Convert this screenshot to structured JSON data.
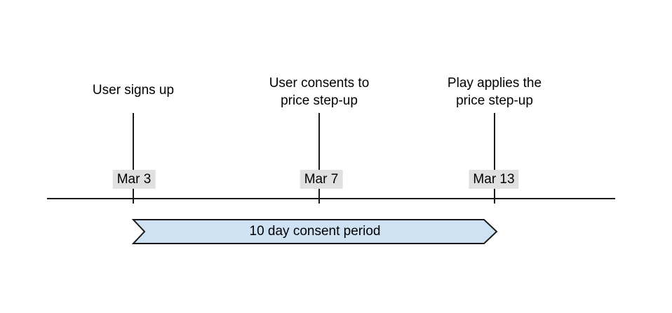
{
  "diagram": {
    "type": "timeline",
    "events": [
      {
        "lines": [
          "User signs up"
        ],
        "date": "Mar 3"
      },
      {
        "lines": [
          "User consents to",
          "price step-up"
        ],
        "date": "Mar 7"
      },
      {
        "lines": [
          "Play applies the",
          "price step-up"
        ],
        "date": "Mar 13"
      }
    ]
  },
  "banner": {
    "label": "10 day consent period",
    "fill": "#cfe2f3",
    "border": "#1a1a1a"
  },
  "colors": {
    "background": "#ffffff",
    "axis_line": "#1a1a1a",
    "date_chip_background": "#e0e0e0",
    "text": "#000000"
  }
}
